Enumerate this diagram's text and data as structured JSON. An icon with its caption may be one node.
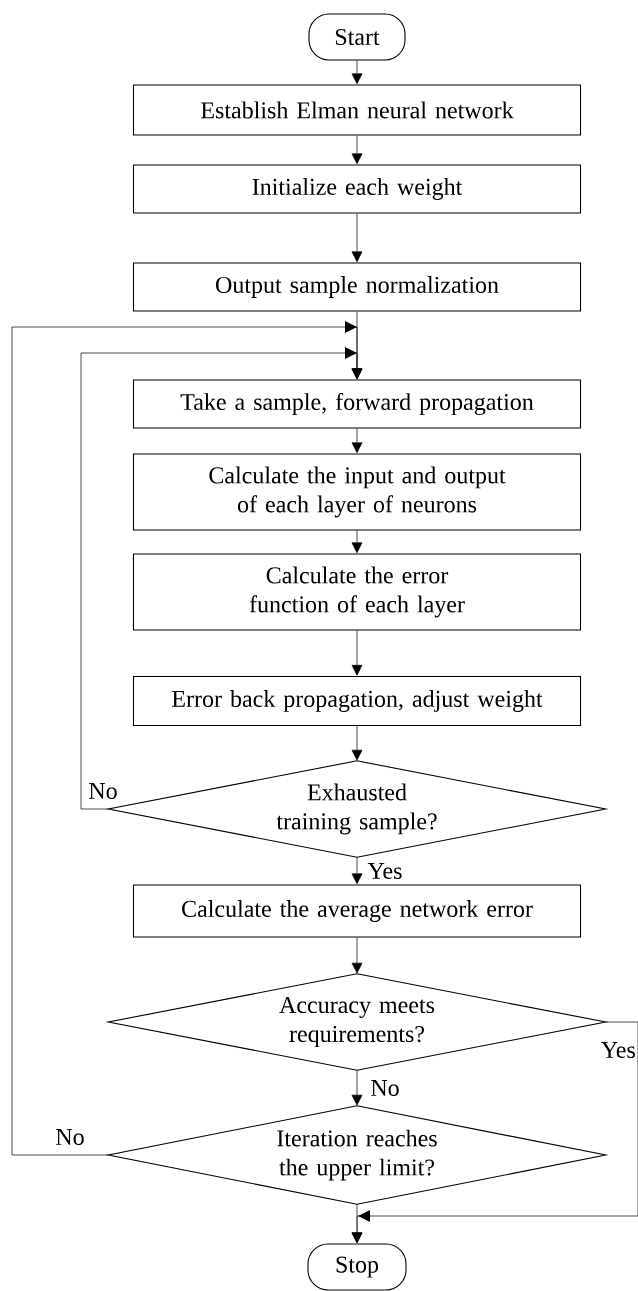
{
  "diagram": {
    "nodes": [
      {
        "text": [
          "Start"
        ]
      },
      {
        "text": [
          "Establish Elman neural network"
        ]
      },
      {
        "text": [
          "Initialize each weight"
        ]
      },
      {
        "text": [
          "Output sample normalization"
        ]
      },
      {
        "text": [
          "Take a sample, forward propagation"
        ]
      },
      {
        "text": [
          "Calculate the input and output of each layer of neurons"
        ]
      },
      {
        "text": [
          "Calculate the error function of each layer"
        ]
      },
      {
        "text": [
          "Error back propagation, adjust weight"
        ]
      },
      {
        "text": [
          "Exhausted training sample?"
        ]
      },
      {
        "text": [
          "Calculate the average network error"
        ]
      },
      {
        "text": [
          "Accuracy meets requirements?"
        ]
      },
      {
        "text": [
          "Iteration reaches the upper limit?"
        ]
      },
      {
        "text": [
          "Stop"
        ]
      }
    ],
    "edges": [
      {
        "from": 0,
        "to": 1,
        "arrow": "to"
      },
      {
        "from": 1,
        "to": 2,
        "arrow": "to"
      },
      {
        "from": 2,
        "to": 3,
        "arrow": "to"
      },
      {
        "from": 3,
        "to": 4,
        "arrow": "to"
      },
      {
        "from": 4,
        "to": 5,
        "arrow": "to"
      },
      {
        "from": 5,
        "to": 6,
        "arrow": "to"
      },
      {
        "from": 6,
        "to": 7,
        "arrow": "to"
      },
      {
        "from": 7,
        "to": 8,
        "arrow": "to"
      },
      {
        "from": 8,
        "to": 9,
        "arrow": "to",
        "label": "Yes"
      },
      {
        "from": 8,
        "to": 4,
        "arrow": "to",
        "label": "No"
      },
      {
        "from": 9,
        "to": 10,
        "arrow": "to"
      },
      {
        "from": 10,
        "to": 11,
        "arrow": "to",
        "label": "No"
      },
      {
        "from": 10,
        "to": 12,
        "arrow": "to",
        "label": "Yes"
      },
      {
        "from": 11,
        "to": 12,
        "arrow": "to"
      },
      {
        "from": 11,
        "to": 4,
        "arrow": "to",
        "label": "No"
      }
    ]
  }
}
